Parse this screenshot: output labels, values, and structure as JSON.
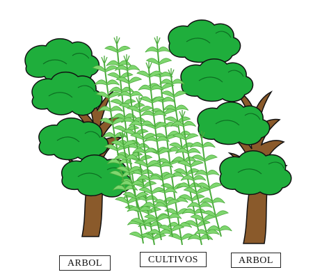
{
  "labels": {
    "left_tree": "ARBOL",
    "crops": "CULTIVOS",
    "right_tree": "ARBOL"
  },
  "colors": {
    "canopy": "#1fae3c",
    "canopy_dark": "#0d6e22",
    "trunk": "#8a5a2b",
    "trunk_dark": "#4a2a0f",
    "crop": "#7fd66f",
    "crop_dark": "#4cab3d",
    "outline": "#111111"
  }
}
